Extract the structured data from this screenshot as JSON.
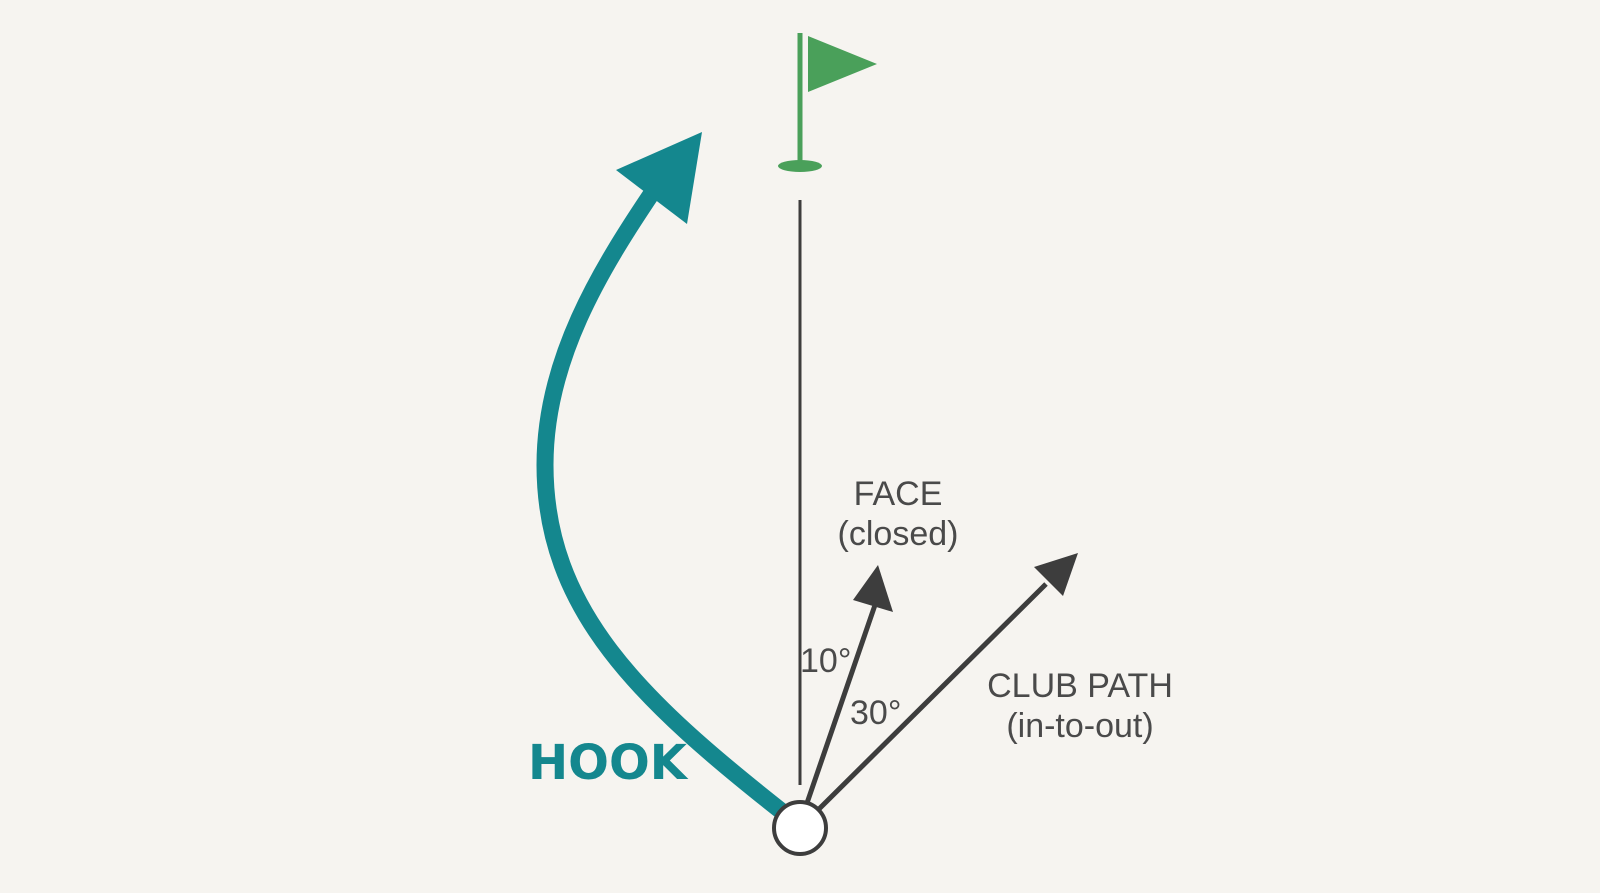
{
  "labels": {
    "hook": "HOOK",
    "face_line1": "FACE",
    "face_line2": "(closed)",
    "path_line1": "CLUB PATH",
    "path_line2": "(in-to-out)",
    "angle_face": "10°",
    "angle_path": "30°"
  },
  "colors": {
    "background": "#f6f4f0",
    "hook": "#14878e",
    "flag": "#4aa05a",
    "arrows": "#3d3d3d"
  },
  "icons": [
    "flag-icon",
    "ball-icon"
  ]
}
